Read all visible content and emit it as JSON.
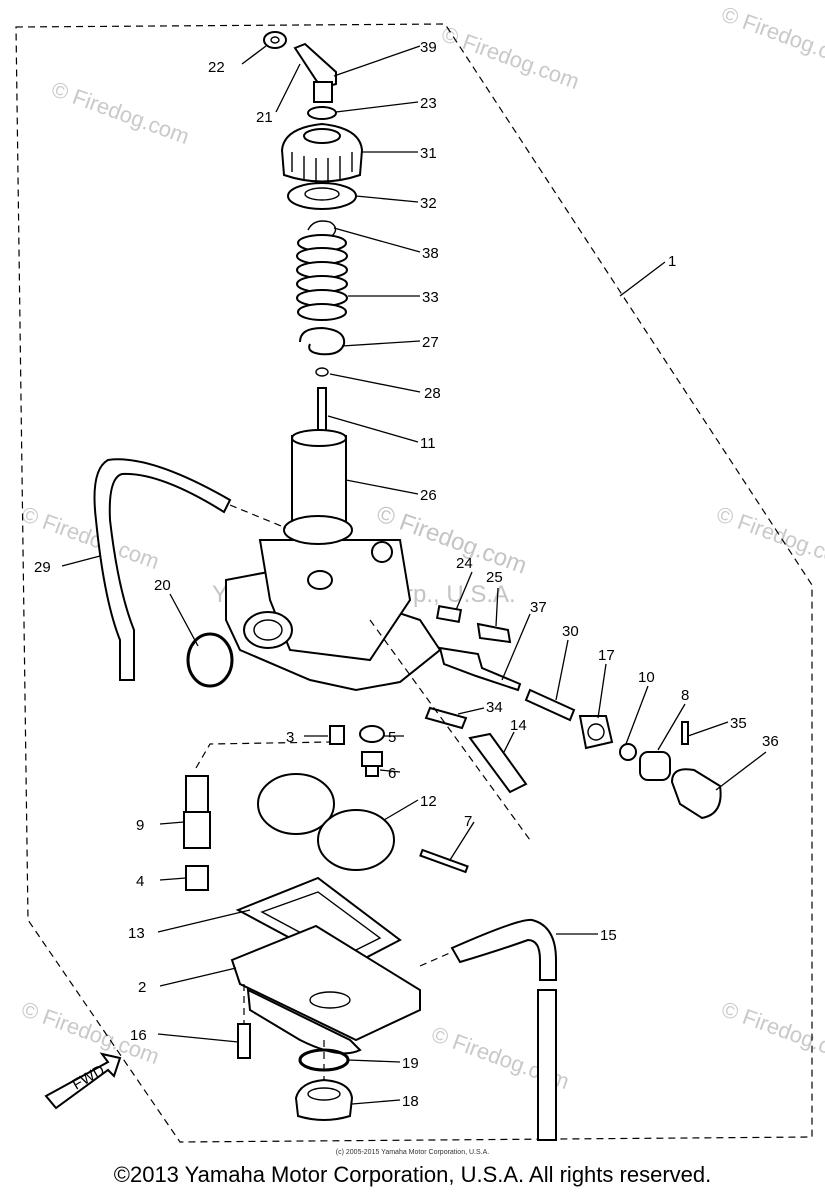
{
  "footer": {
    "copyright": "©2013 Yamaha Motor Corporation, U.S.A. All rights reserved.",
    "small_copyright": "(c) 2005-2015 Yamaha Motor Corporation, U.S.A."
  },
  "watermarks": {
    "site": "© Firedog.com",
    "center": "© Firedog.com",
    "corp": "Yamaha Motor Corp., U.S.A."
  },
  "direction_arrow": "FWD",
  "callouts": [
    "1",
    "2",
    "3",
    "4",
    "5",
    "6",
    "7",
    "8",
    "9",
    "10",
    "11",
    "12",
    "13",
    "14",
    "15",
    "16",
    "17",
    "18",
    "19",
    "20",
    "21",
    "22",
    "23",
    "24",
    "25",
    "26",
    "27",
    "28",
    "29",
    "30",
    "31",
    "32",
    "33",
    "34",
    "35",
    "36",
    "37",
    "38",
    "39"
  ]
}
